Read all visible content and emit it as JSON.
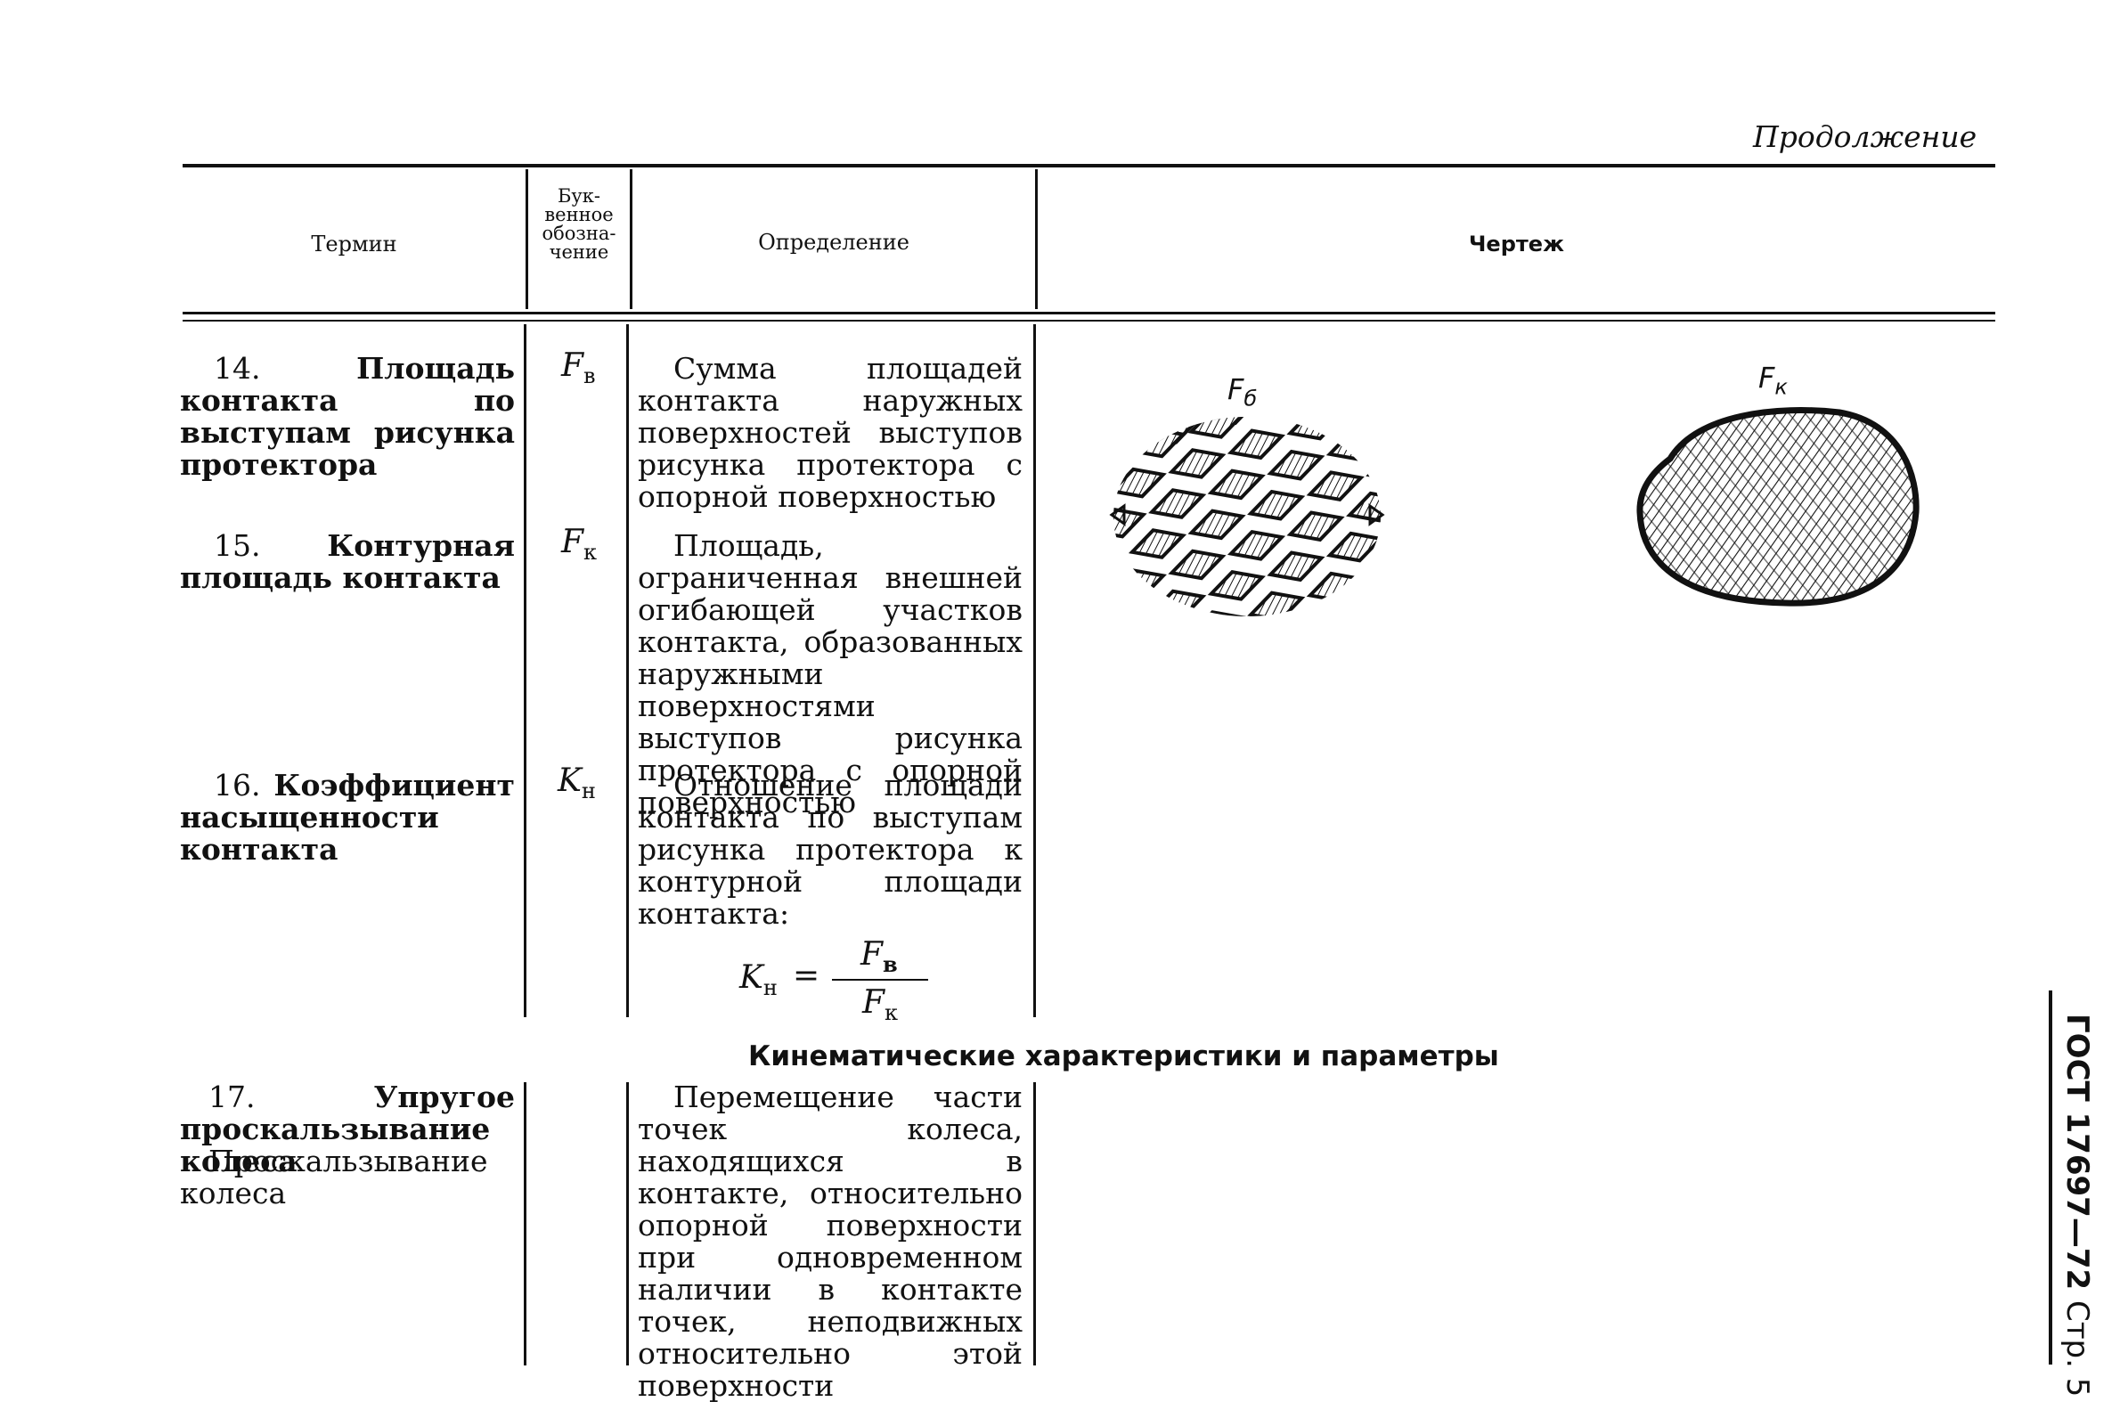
{
  "header": {
    "continuation": "Продолжение"
  },
  "table_header": {
    "term": "Термин",
    "letter_line1": "Бук-",
    "letter_line2": "венное",
    "letter_line3": "обозна-",
    "letter_line4": "чение",
    "definition": "Определение",
    "drawing": "Чертеж"
  },
  "rows": [
    {
      "num": "14.",
      "term_bold": "Площадь контакта по выступам рисунка протектора",
      "symbol": "F",
      "symbol_sub": "в",
      "definition": "Сумма площадей контакта наружных поверхностей выступов рисунка протектора с опорной поверхностью"
    },
    {
      "num": "15.",
      "term_bold": "Контурная площадь контакта",
      "symbol": "F",
      "symbol_sub": "к",
      "definition": "Площадь, ограниченная внешней огибающей участков контакта, образованных наружными поверхностями выступов рисунка протектора с опорной поверхностью"
    },
    {
      "num": "16.",
      "term_bold": "Коэффициент насыщенности контакта",
      "symbol": "K",
      "symbol_sub": "н",
      "definition": "Отношение площади контакта по выступам рисунка протектора к контурной площади контакта:",
      "formula": {
        "lhs": "K",
        "lhs_sub": "н",
        "eq": "=",
        "num": "F",
        "num_sub": "в",
        "den": "F",
        "den_sub": "к"
      }
    }
  ],
  "section": {
    "title": "Кинематические характеристики и параметры"
  },
  "row17": {
    "num": "17.",
    "term_bold": "Упругое проскальзывание колеса",
    "term_plain": "Проскальзывание колеса",
    "definition": "Перемещение части точек колеса, находящихся в контакте, относительно опорной поверхности при одновременном наличии в контакте точек, неподвижных относительно этой поверхности"
  },
  "drawing": {
    "label_left": "F",
    "label_left_sub": "б",
    "label_right": "F",
    "label_right_sub": "к"
  },
  "side": {
    "standard": "ГОСТ 17697—72",
    "page": "Стр. 5"
  }
}
